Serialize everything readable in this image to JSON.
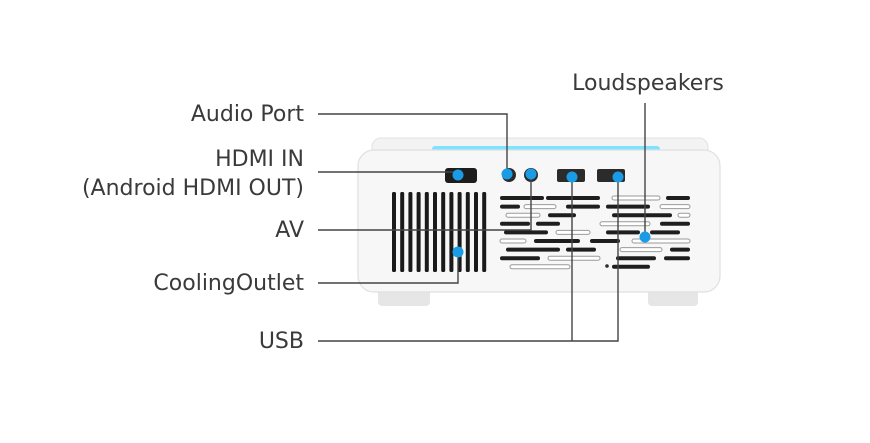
{
  "labels": {
    "loudspeakers": "Loudspeakers",
    "audio_port": "Audio Port",
    "hdmi_in_line1": "HDMI IN",
    "hdmi_in_line2": "(Android HDMI OUT)",
    "av": "AV",
    "cooling_outlet": "CoolingOutlet",
    "usb": "USB"
  },
  "colors": {
    "callout_dot": "#1a9be6",
    "accent_strip": "#7fe3ff",
    "leader_line": "#444444",
    "label_text": "#3a3a3a",
    "body": "#f6f6f6",
    "vent": "#1a1a1a"
  }
}
